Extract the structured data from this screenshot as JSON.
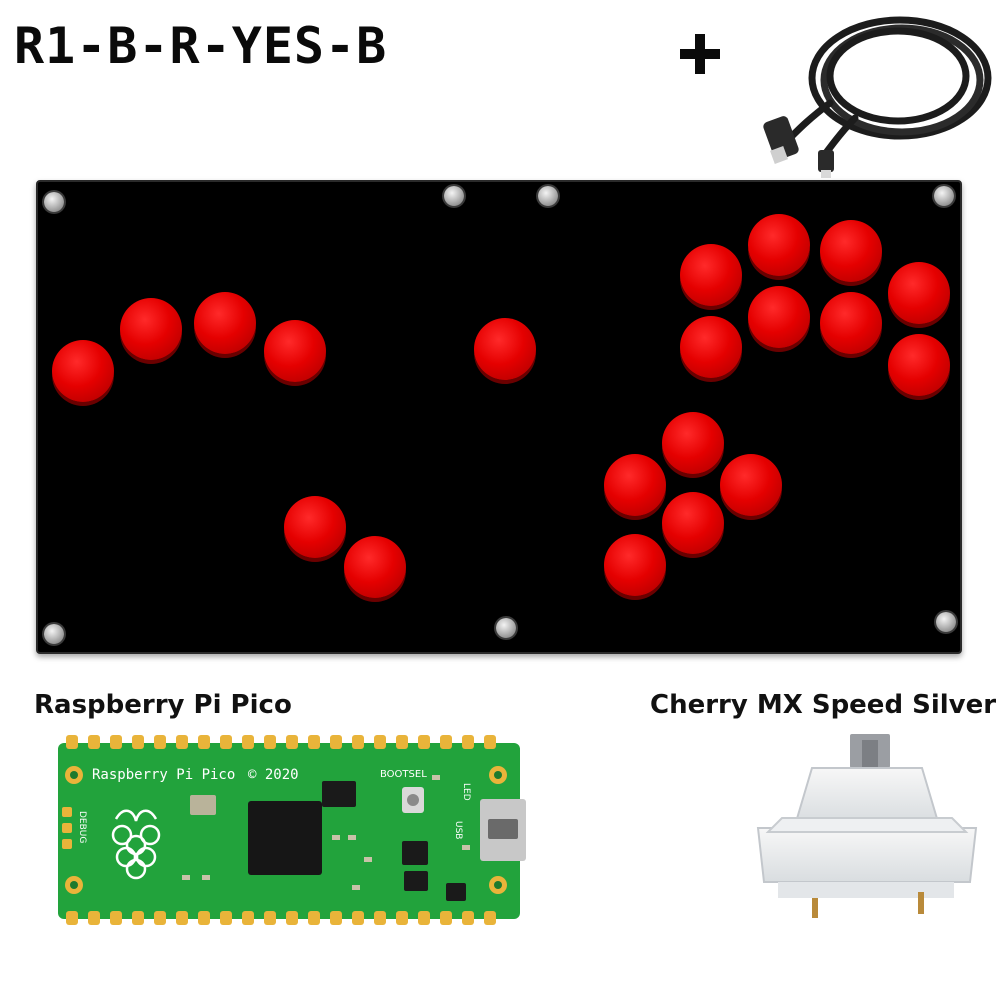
{
  "title": "R1-B-R-YES-B",
  "labels": {
    "pico": "Raspberry Pi Pico",
    "switch": "Cherry MX Speed Silver"
  },
  "pico_board_text": {
    "name": "Raspberry Pi Pico",
    "year": "© 2020",
    "bootsel": "BOOTSEL",
    "debug": "DEBUG",
    "usb": "USB",
    "led": "LED"
  },
  "colors": {
    "board": "#000000",
    "button_red": "#e50000",
    "pcb_green": "#22a33c"
  },
  "icons": [
    "plus-icon",
    "usb-cable-icon",
    "raspberry-logo-icon"
  ]
}
